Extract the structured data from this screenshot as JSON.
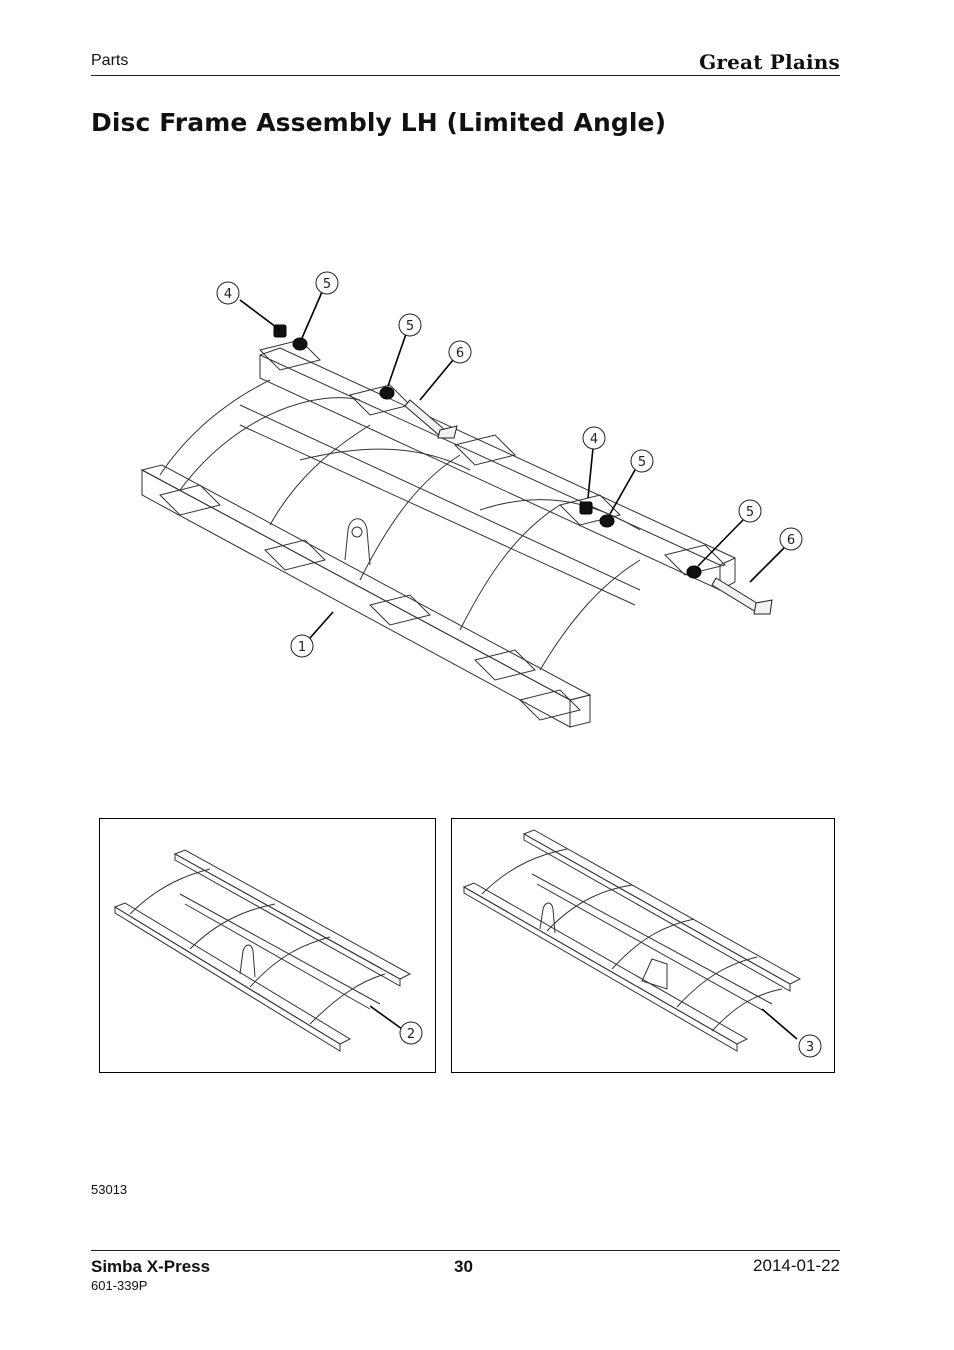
{
  "header": {
    "section": "Parts",
    "brand": "Great Plains"
  },
  "page_title": "Disc Frame Assembly LH (Limited Angle)",
  "main_figure": {
    "callouts": [
      "4",
      "5",
      "5",
      "6",
      "4",
      "5",
      "5",
      "6",
      "1"
    ]
  },
  "inset_left": {
    "callout": "2"
  },
  "inset_right": {
    "callout": "3"
  },
  "drawing_number": "53013",
  "footer": {
    "product": "Simba X-Press",
    "page_number": "30",
    "date": "2014-01-22",
    "part_number": "601-339P"
  }
}
